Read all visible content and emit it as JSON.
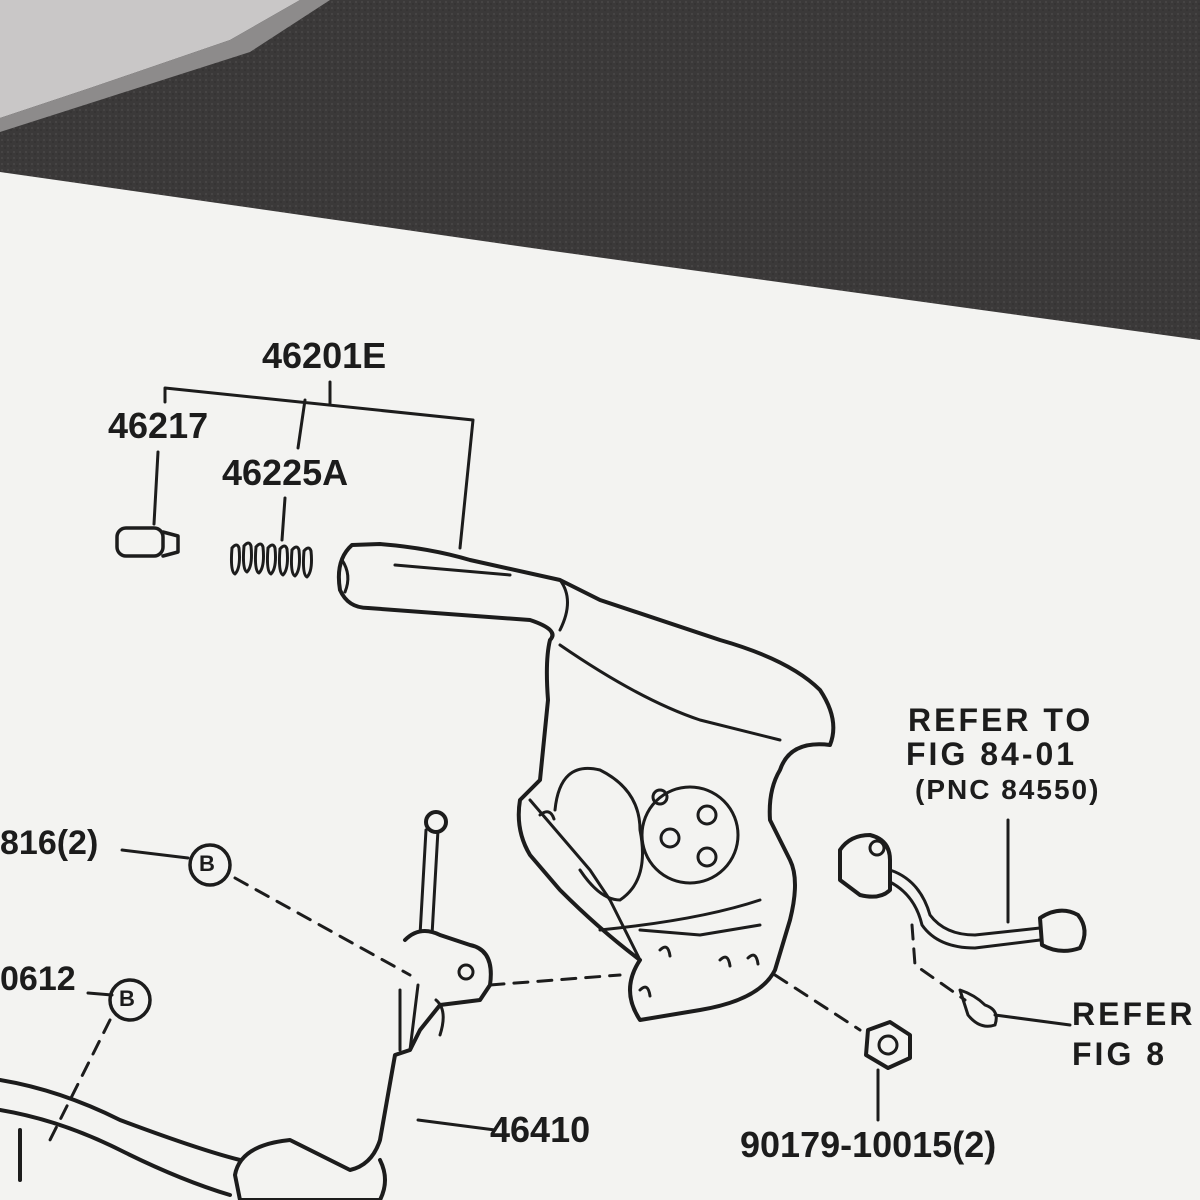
{
  "diagram": {
    "part_labels": {
      "assembly": "46201E",
      "knob_button": "46217",
      "spring": "46225A",
      "bolt_left_top": "816(2)",
      "bolt_left_bottom": "0612",
      "rod": "46410",
      "nut": "90179-10015(2)"
    },
    "callout_letter": "B",
    "reference_1": {
      "line1": "REFER TO",
      "line2": "FIG 84-01",
      "line3": "(PNC 84550)"
    },
    "reference_2": {
      "line1": "REFER",
      "line2": "FIG 8"
    }
  },
  "colors": {
    "paper": "#f3f3f1",
    "ink": "#1c1c1c",
    "background": "#3a3838"
  }
}
